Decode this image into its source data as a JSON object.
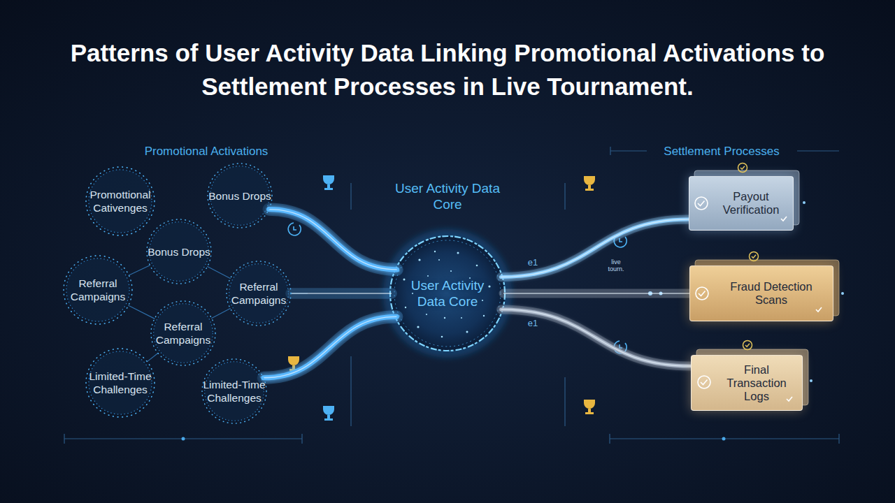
{
  "diagram": {
    "title": "Patterns of User Activity Data Linking Promotional Activations to Settlement Processes in Live Tournament.",
    "nodes": [
      {
        "text": [
          "Promottional Cativenges"
        ]
      },
      {
        "text": [
          "Bonus Drops"
        ]
      },
      {
        "text": [
          "Bonus Drops"
        ]
      },
      {
        "text": [
          "Referral Campaigns"
        ]
      },
      {
        "text": [
          "Referral Campaigns"
        ]
      },
      {
        "text": [
          "Referral Campaigns"
        ]
      },
      {
        "text": [
          "Limited-Time Challenges"
        ]
      },
      {
        "text": [
          "Limited-Time Challenges"
        ]
      },
      {
        "text": [
          "User Activity Data Core",
          "User Activity Data Core"
        ]
      },
      {
        "text": [
          "Payout Verification"
        ]
      },
      {
        "text": [
          "Fraud Detection Scans"
        ]
      },
      {
        "text": [
          "Final Transaction Logs"
        ]
      }
    ],
    "edges": [
      {
        "from": 1,
        "to": 8,
        "arrow": "none"
      },
      {
        "from": 4,
        "to": 8,
        "arrow": "none"
      },
      {
        "from": 7,
        "to": 8,
        "arrow": "none"
      },
      {
        "from": 8,
        "to": 9,
        "arrow": "none"
      },
      {
        "from": 8,
        "to": 10,
        "arrow": "none"
      },
      {
        "from": 8,
        "to": 11,
        "arrow": "none"
      },
      {
        "from": 2,
        "to": 3,
        "arrow": "none"
      },
      {
        "from": 2,
        "to": 4,
        "arrow": "none"
      },
      {
        "from": 3,
        "to": 5,
        "arrow": "none"
      },
      {
        "from": 4,
        "to": 5,
        "arrow": "none"
      },
      {
        "from": 5,
        "to": 6,
        "arrow": "none"
      }
    ],
    "labels": [
      "Promotional Activations",
      "Settlement Processes",
      "live tourn.",
      "e1",
      "e1"
    ]
  }
}
